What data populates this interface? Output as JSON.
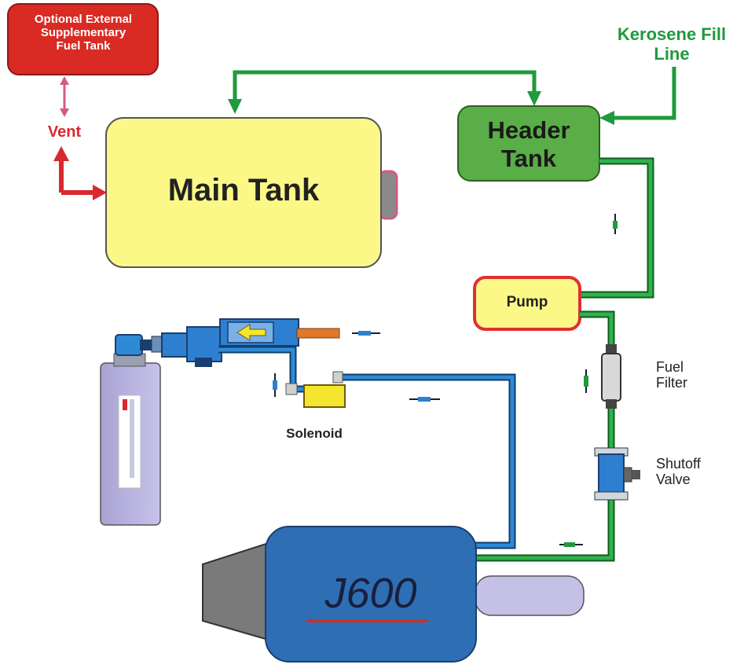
{
  "labels": {
    "external_tank": "Optional External\nSupplementary\nFuel Tank",
    "vent": "Vent",
    "main_tank": "Main Tank",
    "header_tank": "Header\nTank",
    "kerosene_fill": "Kerosene Fill\nLine",
    "pump": "Pump",
    "fuel_filter": "Fuel\nFilter",
    "shutoff_valve": "Shutoff\nValve",
    "solenoid": "Solenoid",
    "engine": "J600"
  },
  "colors": {
    "fuel_line": "#1f9a3c",
    "gas_line": "#1a6fb5",
    "vent_line": "#d9282f",
    "main_tank": "#fcf887",
    "external_tank": "#d92a24",
    "header_tank": "#5aae47",
    "engine": "#2e6fb4",
    "pump_border": "#e03030"
  }
}
